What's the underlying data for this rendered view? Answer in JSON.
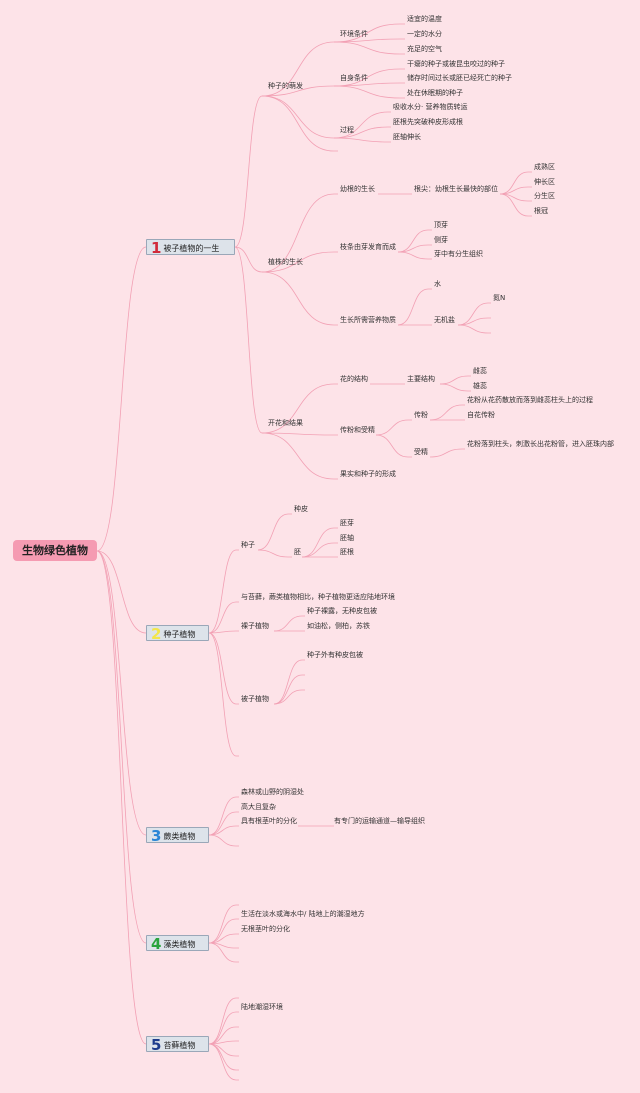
{
  "root": "生物绿色植物",
  "colors": {
    "background": "#fde3e8",
    "root": "#f59bb2",
    "link": "#f2a0b4",
    "branch_box": "#dde3ea",
    "num1": "#d12a3a",
    "num2": "#f3e64a",
    "num3": "#2a86d6",
    "num4": "#2aa43e",
    "num5": "#1e3c8c"
  },
  "b1": {
    "num": "1",
    "label": "被子植物的一生",
    "seed": {
      "label": "种子的萌发",
      "env": {
        "label": "环境条件",
        "items": [
          "适宜的温度",
          "一定的水分",
          "充足的空气"
        ]
      },
      "self": {
        "label": "自身条件",
        "items": [
          "干瘪的种子或被昆虫咬过的种子",
          "储存时间过长或胚已经死亡的种子",
          "处在休眠期的种子"
        ]
      },
      "proc": {
        "label": "过程",
        "items": [
          "吸收水分· 营养物质转运",
          "胚根先突破种皮形成根",
          "胚轴伸长"
        ]
      }
    },
    "grow": {
      "label": "植株的生长",
      "root": {
        "label": "幼根的生长",
        "tip": "根尖：幼根生长最快的部位",
        "items": [
          "成熟区",
          "伸长区",
          "分生区",
          "根冠"
        ]
      },
      "bud": {
        "label": "枝条由芽发育而成",
        "items": [
          "顶芽",
          "侧芽",
          "芽中有分生组织"
        ]
      },
      "nutri": {
        "label": "生长所需营养物质",
        "water": "水",
        "salt": "无机盐",
        "n": "氮N"
      }
    },
    "flower": {
      "label": "开花和结果",
      "struct": {
        "label": "花的结构",
        "main": "主要结构",
        "items": [
          "雌蕊",
          "雄蕊"
        ]
      },
      "poll": {
        "label": "传粉和受精",
        "p": "传粉",
        "pitems": [
          "花粉从花药散放而落到雌蕊柱头上的过程",
          "自花传粉"
        ],
        "f": "受精",
        "fitem": "花粉落到柱头，刺激长出花粉管，进入胚珠内部"
      },
      "fruit": "果实和种子的形成"
    }
  },
  "b2": {
    "num": "2",
    "label": "种子植物",
    "seed": {
      "label": "种子",
      "coat": "种皮",
      "embryo": "胚",
      "items": [
        "胚芽",
        "胚轴",
        "胚根"
      ]
    },
    "compare": "与苔藓，蕨类植物相比，种子植物更适应陆地环境",
    "gymno": {
      "label": "裸子植物",
      "items": [
        "种子裸露，无种皮包被",
        "如油松，侧柏，苏铁"
      ]
    },
    "angio": {
      "label": "被子植物",
      "item": "种子外有种皮包被"
    }
  },
  "b3": {
    "num": "3",
    "label": "蕨类植物",
    "items": [
      "森林或山野的阴湿处",
      "高大且复杂",
      "具有根茎叶的分化"
    ],
    "sub": "有专门的运输通道—输导组织"
  },
  "b4": {
    "num": "4",
    "label": "藻类植物",
    "items": [
      "生活在淡水或海水中/ 陆地上的潮湿地方",
      "无根茎叶的分化"
    ]
  },
  "b5": {
    "num": "5",
    "label": "苔藓植物",
    "items": [
      "陆地潮湿环境"
    ]
  }
}
